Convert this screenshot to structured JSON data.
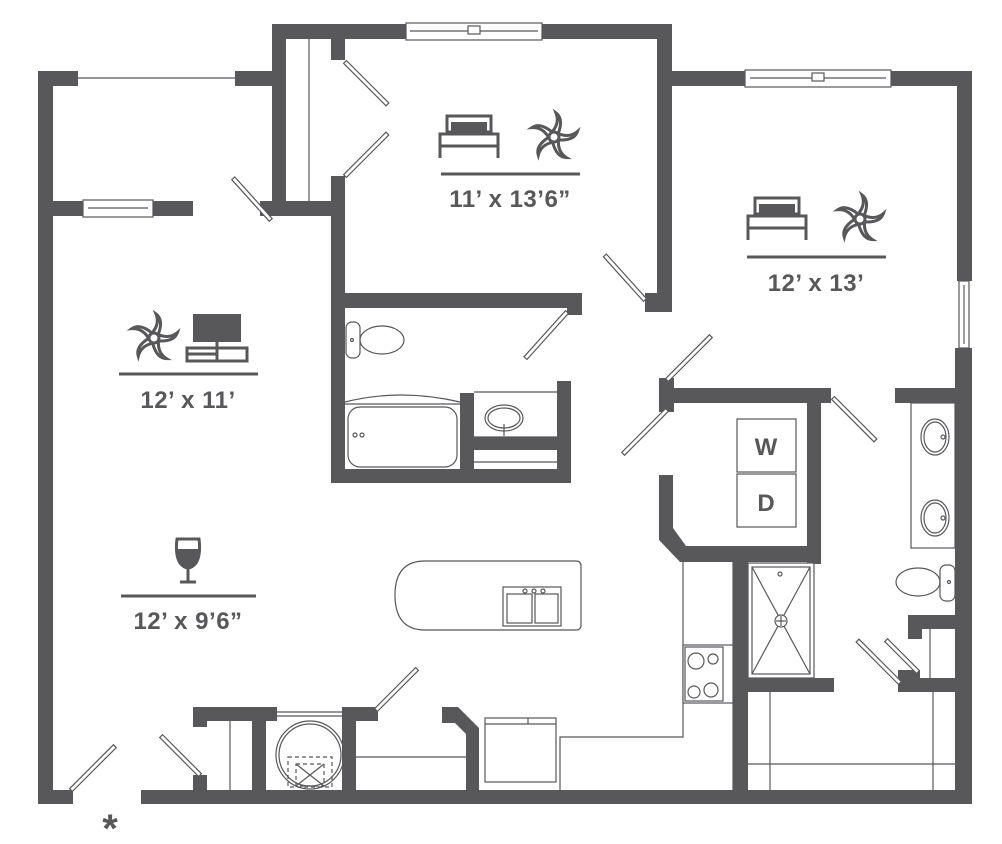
{
  "floorplan": {
    "wall_color": "#58585a",
    "background": "#ffffff",
    "rooms": [
      {
        "id": "bedroom-2",
        "dimensions": "11’ x 13’6”",
        "icons": [
          "bed-icon",
          "ceiling-fan-icon"
        ]
      },
      {
        "id": "bedroom-1",
        "dimensions": "12’ x 13’",
        "icons": [
          "bed-icon",
          "ceiling-fan-icon"
        ]
      },
      {
        "id": "living-room",
        "dimensions": "12’ x 11’",
        "icons": [
          "ceiling-fan-icon",
          "tv-console-icon"
        ]
      },
      {
        "id": "dining-room",
        "dimensions": "12’ x 9’6”",
        "icons": [
          "wine-glass-icon"
        ]
      }
    ],
    "laundry": {
      "washer_label": "W",
      "dryer_label": "D"
    },
    "footnote_marker": "*"
  }
}
